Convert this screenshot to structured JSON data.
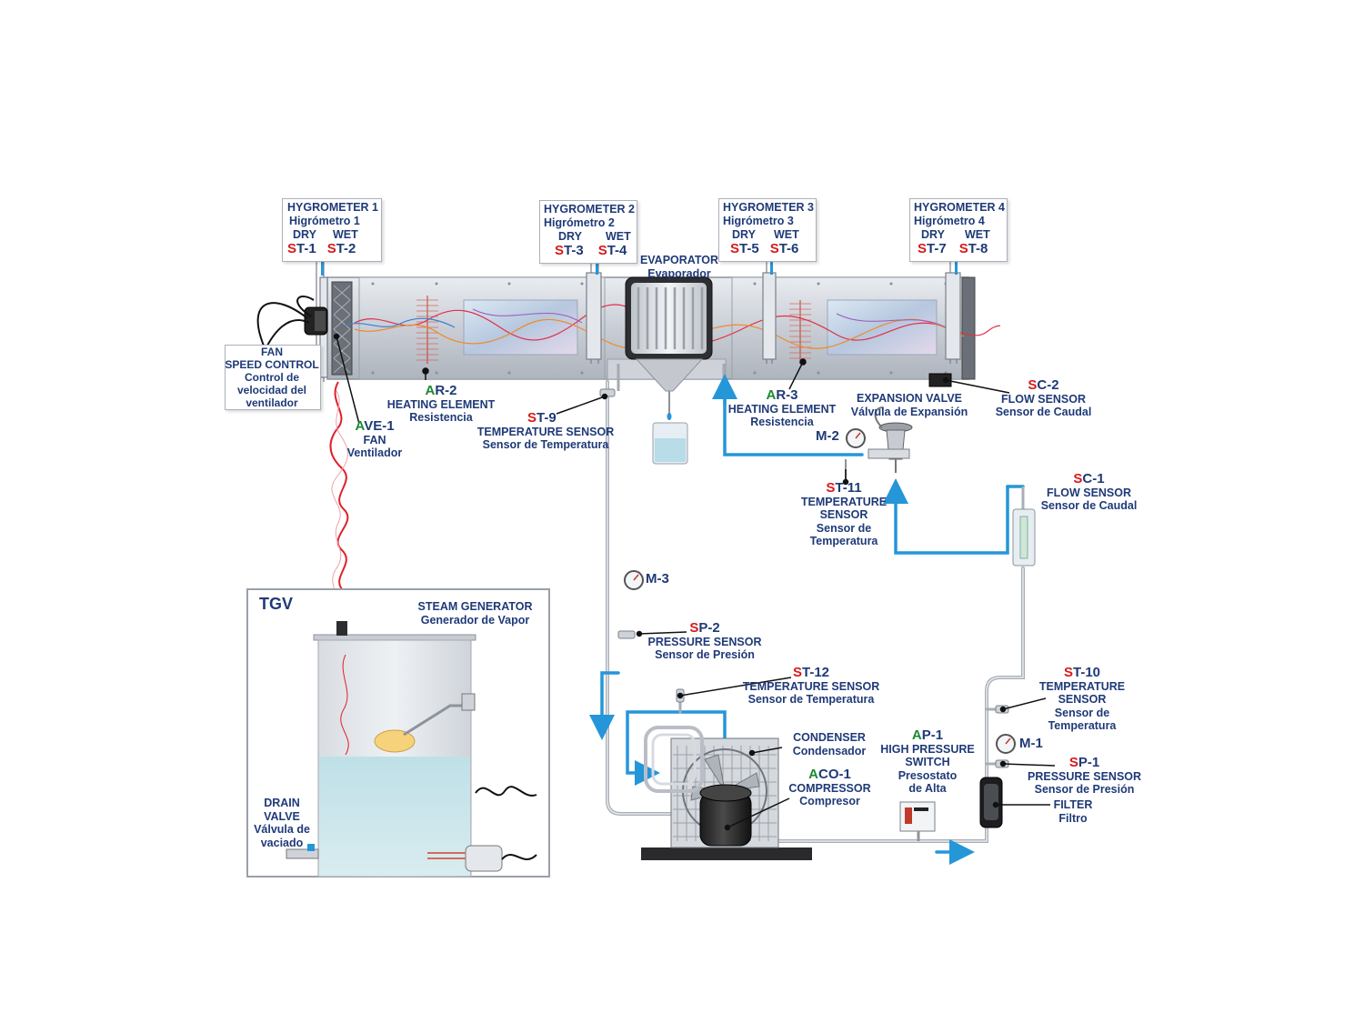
{
  "hygrometers": [
    {
      "title": "HYGROMETER 1",
      "subtitle": "Higrómetro 1",
      "dry": "DRY",
      "wet": "WET",
      "dry_prefix": "S",
      "dry_code": "T-1",
      "wet_prefix": "S",
      "wet_code": "T-2"
    },
    {
      "title": "HYGROMETER 2",
      "subtitle": "Higrómetro 2",
      "dry": "DRY",
      "wet": "WET",
      "dry_prefix": "S",
      "dry_code": "T-3",
      "wet_prefix": "S",
      "wet_code": "T-4"
    },
    {
      "title": "HYGROMETER 3",
      "subtitle": "Higrómetro 3",
      "dry": "DRY",
      "wet": "WET",
      "dry_prefix": "S",
      "dry_code": "T-5",
      "wet_prefix": "S",
      "wet_code": "T-6"
    },
    {
      "title": "HYGROMETER 4",
      "subtitle": "Higrómetro 4",
      "dry": "DRY",
      "wet": "WET",
      "dry_prefix": "S",
      "dry_code": "T-7",
      "wet_prefix": "S",
      "wet_code": "T-8"
    }
  ],
  "fan_speed_control": {
    "l1": "FAN",
    "l2": "SPEED CONTROL",
    "l3": "Control de",
    "l4": "velocidad del",
    "l5": "ventilador"
  },
  "fan": {
    "prefix": "A",
    "code": "VE-1",
    "l1": "FAN",
    "l2": "Ventilador"
  },
  "heating_2": {
    "prefix": "A",
    "code": "R-2",
    "l1": "HEATING ELEMENT",
    "l2": "Resistencia"
  },
  "heating_3": {
    "prefix": "A",
    "code": "R-3",
    "l1": "HEATING ELEMENT",
    "l2": "Resistencia"
  },
  "st9": {
    "prefix": "S",
    "code": "T-9",
    "l1": "TEMPERATURE SENSOR",
    "l2": "Sensor de Temperatura"
  },
  "evaporator": {
    "l1": "EVAPORATOR",
    "l2": "Evaporador"
  },
  "expansion_valve": {
    "l1": "EXPANSION VALVE",
    "l2": "Válvula de Expansión"
  },
  "sc2": {
    "prefix": "S",
    "code": "C-2",
    "l1": "FLOW SENSOR",
    "l2": "Sensor de Caudal"
  },
  "m2": {
    "label": "M-2"
  },
  "st11": {
    "prefix": "S",
    "code": "T-11",
    "l1": "TEMPERATURE",
    "l2": "SENSOR",
    "l3": "Sensor de",
    "l4": "Temperatura"
  },
  "sc1": {
    "prefix": "S",
    "code": "C-1",
    "l1": "FLOW SENSOR",
    "l2": "Sensor de Caudal"
  },
  "m3": {
    "label": "M-3"
  },
  "sp2": {
    "prefix": "S",
    "code": "P-2",
    "l1": "PRESSURE  SENSOR",
    "l2": "Sensor de Presión"
  },
  "st12": {
    "prefix": "S",
    "code": "T-12",
    "l1": "TEMPERATURE SENSOR",
    "l2": "Sensor de Temperatura"
  },
  "st10": {
    "prefix": "S",
    "code": "T-10",
    "l1": "TEMPERATURE",
    "l2": "SENSOR",
    "l3": "Sensor de",
    "l4": "Temperatura"
  },
  "condenser": {
    "l1": "CONDENSER",
    "l2": "Condensador"
  },
  "compressor": {
    "prefix": "A",
    "code": "CO-1",
    "l1": "COMPRESSOR",
    "l2": "Compresor"
  },
  "ap1": {
    "prefix": "A",
    "code": "P-1",
    "l1": "HIGH PRESSURE",
    "l2": "SWITCH",
    "l3": "Presostato",
    "l4": "de Alta"
  },
  "m1": {
    "label": "M-1"
  },
  "sp1": {
    "prefix": "S",
    "code": "P-1",
    "l1": "PRESSURE SENSOR",
    "l2": "Sensor de Presión"
  },
  "filter": {
    "l1": "FILTER",
    "l2": "Filtro"
  },
  "tgv": {
    "label": "TGV",
    "l1": "STEAM GENERATOR",
    "l2": "Generador de Vapor"
  },
  "drain": {
    "l1": "DRAIN",
    "l2": "VALVE",
    "l3": "Válvula de",
    "l4": "vaciado"
  },
  "colors": {
    "label": "#1f3a78",
    "code_red": "#d91a1a",
    "code_green": "#1c8a2e",
    "pipe_blue": "#2596d8",
    "steam_red": "#e0202a"
  }
}
